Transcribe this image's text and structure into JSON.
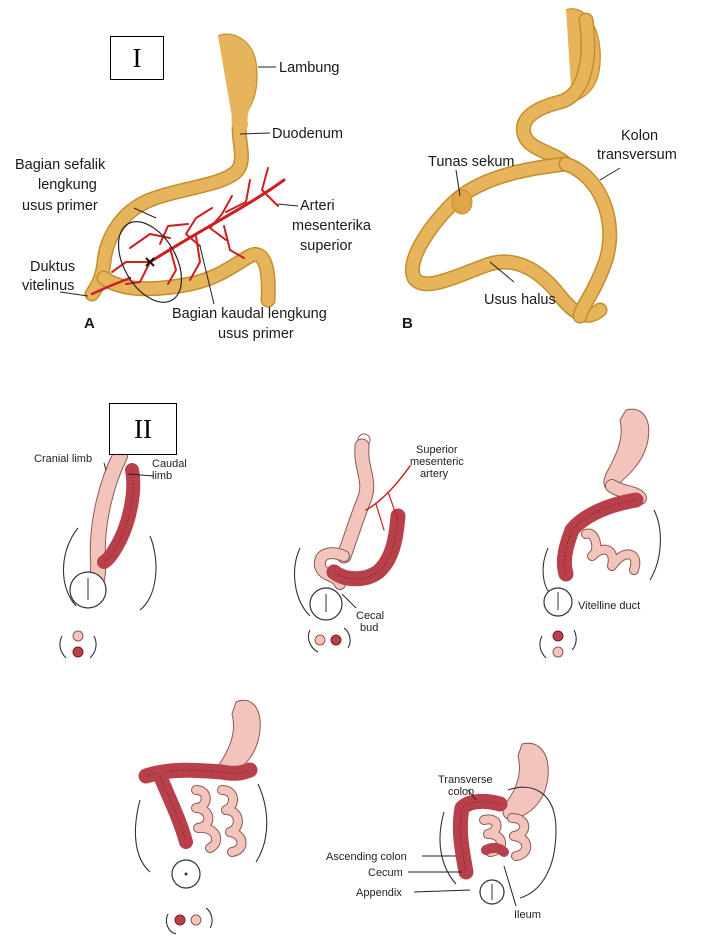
{
  "panel_I": {
    "roman": "I",
    "view_A": {
      "letter": "A",
      "labels": {
        "stomach": "Lambung",
        "duodenum": "Duodenum",
        "cephalic_1": "Bagian sefalik",
        "cephalic_2": "lengkung",
        "cephalic_3": "usus primer",
        "artery_1": "Arteri",
        "artery_2": "mesenterika",
        "artery_3": "superior",
        "vitelline_1": "Duktus",
        "vitelline_2": "vitelinus",
        "caudal_1": "Bagian kaudal lengkung",
        "caudal_2": "usus primer"
      }
    },
    "view_B": {
      "letter": "B",
      "labels": {
        "cecal_bud": "Tunas sekum",
        "transverse_1": "Kolon",
        "transverse_2": "transversum",
        "small_intestine": "Usus halus"
      }
    }
  },
  "panel_II": {
    "roman": "II",
    "stage1": {
      "cranial_limb": "Cranial limb",
      "caudal_1": "Caudal",
      "caudal_2": "limb"
    },
    "stage2": {
      "artery_1": "Superior",
      "artery_2": "mesenteric",
      "artery_3": "artery",
      "cecal_1": "Cecal",
      "cecal_2": "bud"
    },
    "stage3": {
      "vitelline": "Vitelline duct"
    },
    "stage5": {
      "transverse_1": "Transverse",
      "transverse_2": "colon",
      "ascending": "Ascending colon",
      "cecum": "Cecum",
      "appendix": "Appendix",
      "ileum": "Ileum"
    }
  },
  "colors": {
    "gut_yellow": "#e6b45a",
    "artery_red": "#cc1f1f",
    "small_gut_pink": "#f2c4bc",
    "large_gut_red": "#b8404a"
  }
}
